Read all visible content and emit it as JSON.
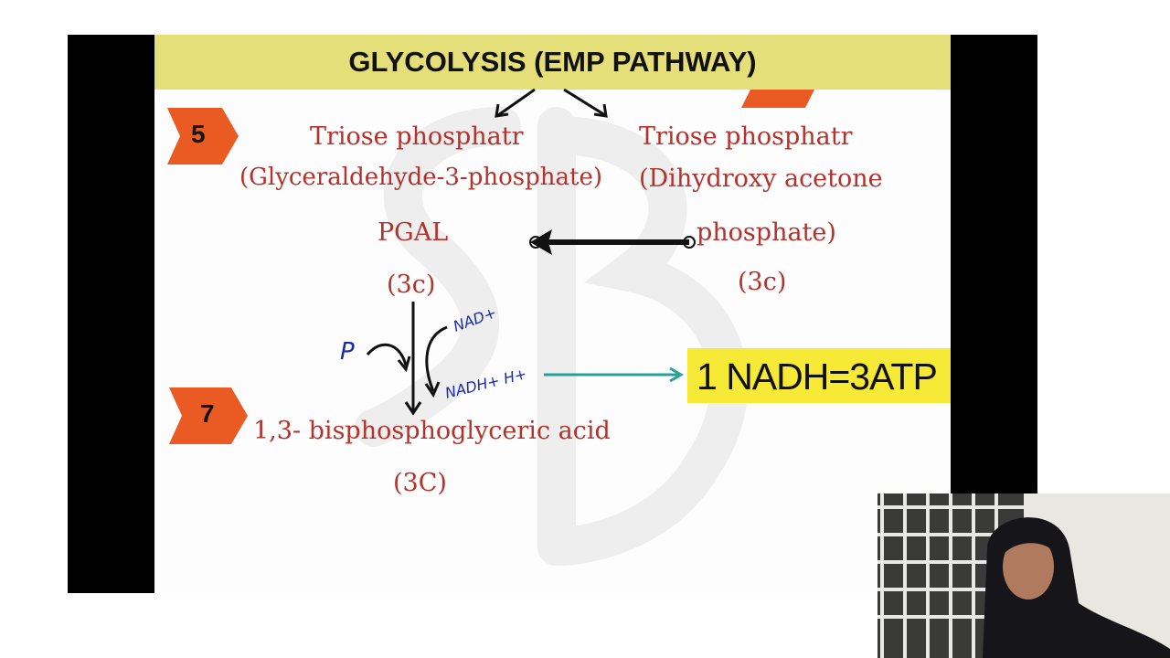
{
  "slide": {
    "title": "GLYCOLYSIS (EMP PATHWAY)",
    "step_badges": [
      {
        "label": "5",
        "color": "#ea5b24"
      },
      {
        "label": "7",
        "color": "#ea5b24"
      }
    ],
    "left_product": {
      "line1": "Triose phosphatr",
      "line2": "(Glyceraldehyde-3-phosphate)",
      "abbrev": "PGAL",
      "carbons": "(3c)"
    },
    "right_product": {
      "line1": "Triose phosphatr",
      "line2": "(Dihydroxy acetone",
      "line3": "phosphate)",
      "carbons": "(3c)"
    },
    "reaction": {
      "phosphate": "P",
      "cofactor_in": "NAD+",
      "cofactor_out": "NADH+ H+"
    },
    "final_product": {
      "name": "1,3- bisphosphoglyceric acid",
      "carbons": "(3C)"
    },
    "callout": "1 NADH=3ATP",
    "colors": {
      "title_bar": "#e5df7a",
      "handwriting_red": "#b3322c",
      "handwriting_blue": "#1a2aa8",
      "badge_orange": "#ea5b24",
      "callout_yellow": "#f6ea37",
      "teal_arrow": "#2aa198"
    }
  }
}
